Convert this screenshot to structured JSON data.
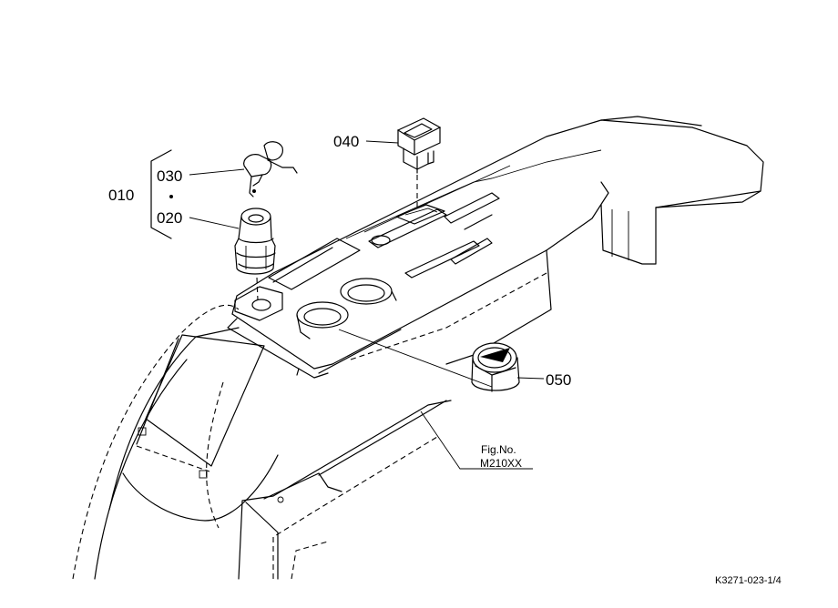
{
  "parts": [
    {
      "id": "010",
      "label": "010"
    },
    {
      "id": "020",
      "label": "020"
    },
    {
      "id": "030",
      "label": "030"
    },
    {
      "id": "040",
      "label": "040"
    },
    {
      "id": "050",
      "label": "050"
    }
  ],
  "reference": {
    "fig_label": "Fig.No.",
    "fig_number": "M210XX"
  },
  "drawing_code": "K3271-023-1/4"
}
